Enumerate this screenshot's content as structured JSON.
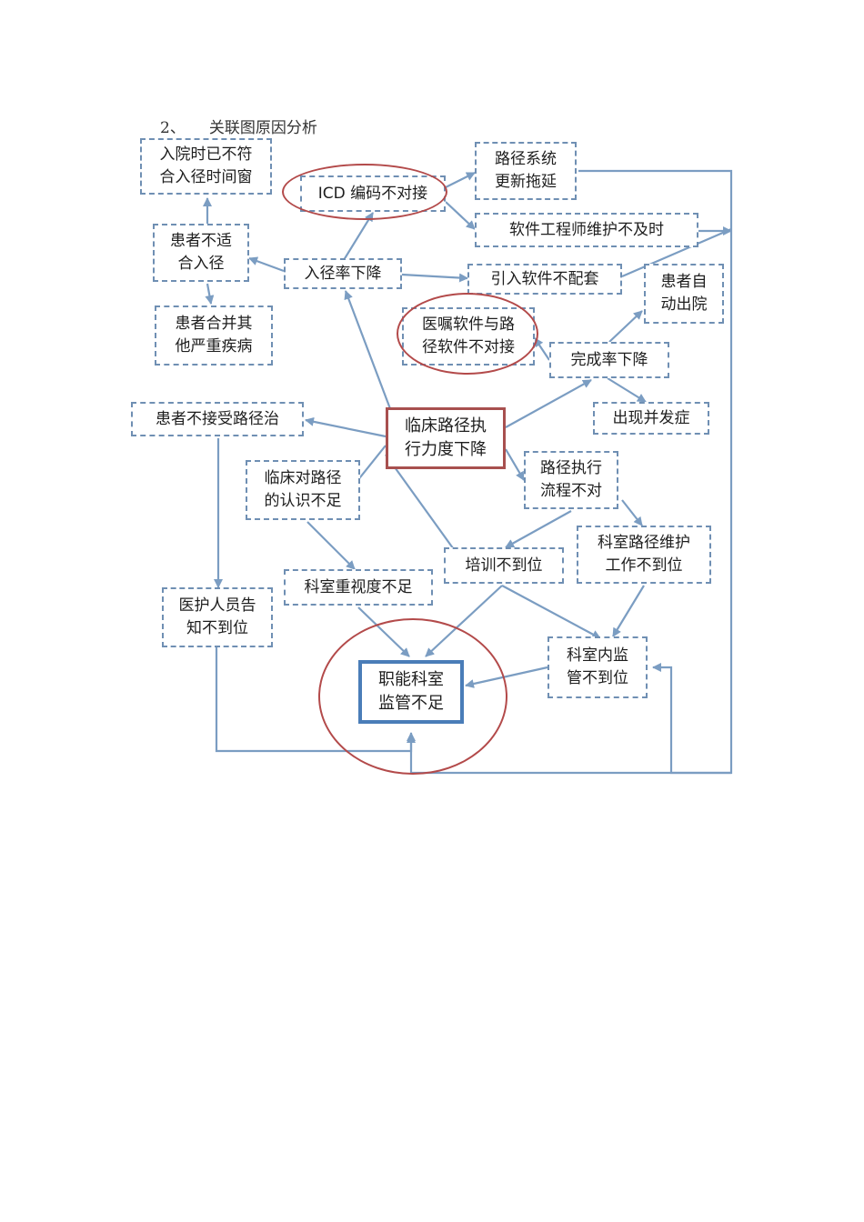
{
  "heading": {
    "number": "2、",
    "title": "关联图原因分析"
  },
  "nodes": {
    "admit_time": [
      "入院时已不符",
      "合入径时间窗"
    ],
    "icd": [
      "ICD 编码不对接"
    ],
    "system_update": [
      "路径系统",
      "更新拖延"
    ],
    "engineer": [
      "软件工程师维护不及时"
    ],
    "unsuitable": [
      "患者不适",
      "合入径"
    ],
    "entry_rate": [
      "入径率下降"
    ],
    "software_mismatch": [
      "引入软件不配套"
    ],
    "self_discharge": [
      "患者自",
      "动出院"
    ],
    "comorbid": [
      "患者合并其",
      "他严重疾病"
    ],
    "order_software": [
      "医嘱软件与路",
      "径软件不对接"
    ],
    "completion": [
      "完成率下降"
    ],
    "refuse": [
      "患者不接受路径治"
    ],
    "root": [
      "临床路径执",
      "行力度下降"
    ],
    "complication": [
      "出现并发症"
    ],
    "awareness": [
      "临床对路径",
      "的认识不足"
    ],
    "process": [
      "路径执行",
      "流程不对"
    ],
    "dept_maintain": [
      "科室路径维护",
      "工作不到位"
    ],
    "training": [
      "培训不到位"
    ],
    "dept_attention": [
      "科室重视度不足"
    ],
    "staff_inform": [
      "医护人员告",
      "知不到位"
    ],
    "internal": [
      "科室内监",
      "管不到位"
    ],
    "goal": [
      "职能科室",
      "监管不足"
    ]
  },
  "colors": {
    "arrow": "#7b9dc2",
    "dashed_border": "#6f8fb3",
    "highlight": "#b34a4a",
    "goal_border": "#4a7db8"
  }
}
